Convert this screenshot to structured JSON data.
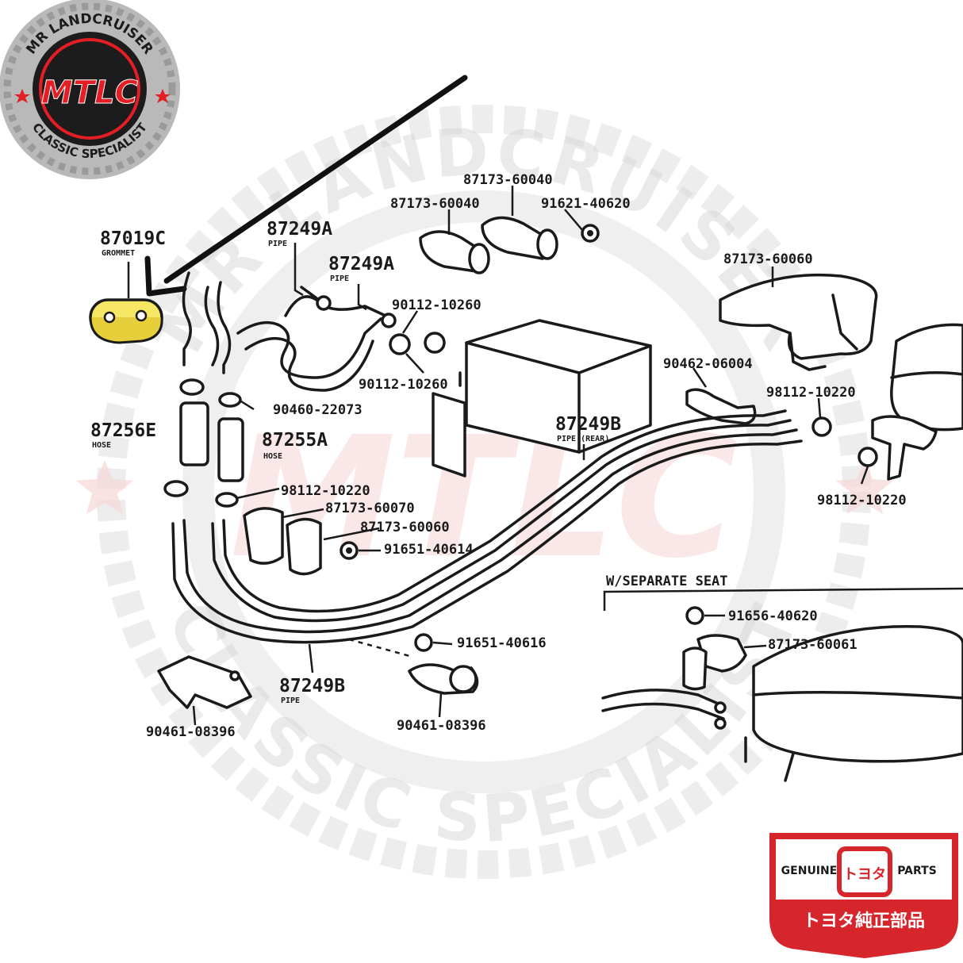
{
  "watermark": {
    "top_text": "MR LANDCRUISER",
    "bottom_text": "CLASSIC SPECIALIST",
    "center_text": "MTLC"
  },
  "badge": {
    "top_text": "MR LANDCRUISER",
    "bottom_text": "CLASSIC SPECIALIST",
    "logo_text": "MTLC",
    "ring_color": "#b9b9b9",
    "inner_color": "#1c1c1c",
    "logo_color": "#e31e24"
  },
  "genuine_badge": {
    "left_text": "GENUINE",
    "right_text": "PARTS",
    "mark_text": "トヨタ",
    "japanese_text": "トヨタ純正部品",
    "color": "#d7262b"
  },
  "highlight_color": "#f5e663",
  "parts": {
    "p87019C": "87019C",
    "p87019C_sub": "GROMMET",
    "p87249A_1": "87249A",
    "p87249A_1_sub": "PIPE",
    "p87249A_2": "87249A",
    "p87249A_2_sub": "PIPE",
    "p87173_60040_a": "87173-60040",
    "p87173_60040_b": "87173-60040",
    "p91621_40620": "91621-40620",
    "p90112_10260_a": "90112-10260",
    "p90112_10260_b": "90112-10260",
    "p87173_60060_top": "87173-60060",
    "p90462_06004": "90462-06004",
    "p98112_10220_r1": "98112-10220",
    "p98112_10220_r2": "98112-10220",
    "p87249B": "87249B",
    "p87249B_sub": "PIPE (REAR)",
    "p87256E": "87256E",
    "p87256E_sub": "HOSE",
    "p90460_22073": "90460-22073",
    "p87255A": "87255A",
    "p87255A_sub": "HOSE",
    "p98112_10220_c": "98112-10220",
    "p87173_60070": "87173-60070",
    "p87173_60060_mid": "87173-60060",
    "p91651_40614": "91651-40614",
    "p91651_40616": "91651-40616",
    "p87249B_2": "87249B",
    "p87249B_2_sub": "PIPE",
    "p90461_08396_a": "90461-08396",
    "p90461_08396_b": "90461-08396",
    "separate_seat": "W/SEPARATE SEAT",
    "p91656_40620": "91656-40620",
    "p87173_60061": "87173-60061"
  }
}
